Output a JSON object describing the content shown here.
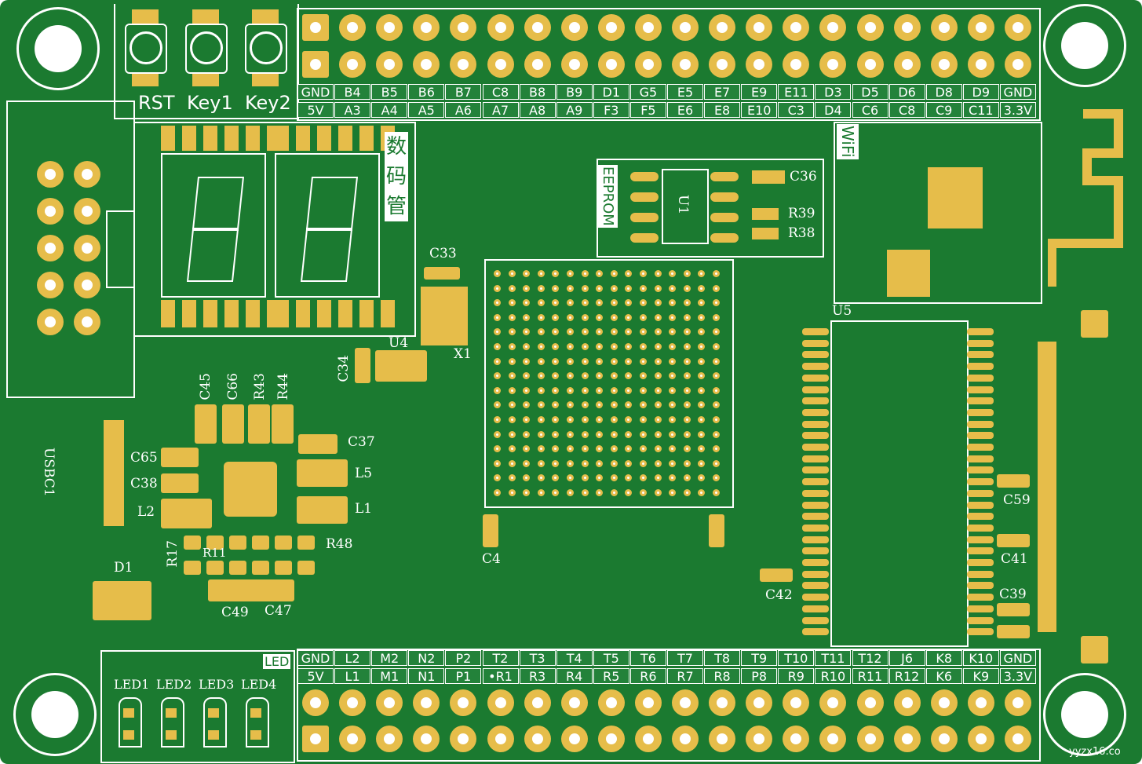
{
  "buttons": {
    "rst": "RST",
    "key1": "Key1",
    "key2": "Key2"
  },
  "header_top": {
    "row1": [
      "GND",
      "B4",
      "B5",
      "B6",
      "B7",
      "C8",
      "B8",
      "B9",
      "D1",
      "G5",
      "E5",
      "E7",
      "E9",
      "E11",
      "D3",
      "D5",
      "D6",
      "D8",
      "D9",
      "GND"
    ],
    "row2": [
      "5V",
      "A3",
      "A4",
      "A5",
      "A6",
      "A7",
      "A8",
      "A9",
      "F3",
      "F5",
      "E6",
      "E8",
      "E10",
      "C3",
      "D4",
      "C6",
      "C8",
      "C9",
      "C11",
      "3.3V"
    ]
  },
  "header_bottom": {
    "row1": [
      "GND",
      "L2",
      "M2",
      "N2",
      "P2",
      "T2",
      "T3",
      "T4",
      "T5",
      "T6",
      "T7",
      "T8",
      "T9",
      "T10",
      "T11",
      "T12",
      "J6",
      "K8",
      "K10",
      "GND"
    ],
    "row2": [
      "5V",
      "L1",
      "M1",
      "N1",
      "P1",
      "•R1",
      "R3",
      "R4",
      "R5",
      "R6",
      "R7",
      "R8",
      "P8",
      "R9",
      "R10",
      "R11",
      "R12",
      "K6",
      "K9",
      "3.3V"
    ]
  },
  "labels": {
    "seg": "数码管",
    "eeprom": "EEPROM",
    "u1": "U1",
    "c36": "C36",
    "r39": "R39",
    "r38": "R38",
    "wifi": "WiFi",
    "u5": "U5",
    "c33": "C33",
    "x1": "X1",
    "u4": "U4",
    "c34": "C34",
    "c45": "C45",
    "c66": "C66",
    "r43": "R43",
    "r44": "R44",
    "c37": "C37",
    "l5": "L5",
    "l1": "L1",
    "c65": "C65",
    "c38": "C38",
    "l2": "L2",
    "usbc1": "USBC1",
    "r17": "R17",
    "r11": "R11",
    "r48": "R48",
    "d1": "D1",
    "c49": "C49",
    "c47": "C47",
    "c4": "C4",
    "c42": "C42",
    "c59": "C59",
    "c41": "C41",
    "c39": "C39"
  },
  "led": {
    "title": "LED",
    "items": [
      "LED1",
      "LED2",
      "LED3",
      "LED4"
    ]
  },
  "watermark": "yyzx16.co",
  "colors": {
    "board": "#1b7a30",
    "pad": "#e6bd4a",
    "silk": "#ffffff"
  }
}
